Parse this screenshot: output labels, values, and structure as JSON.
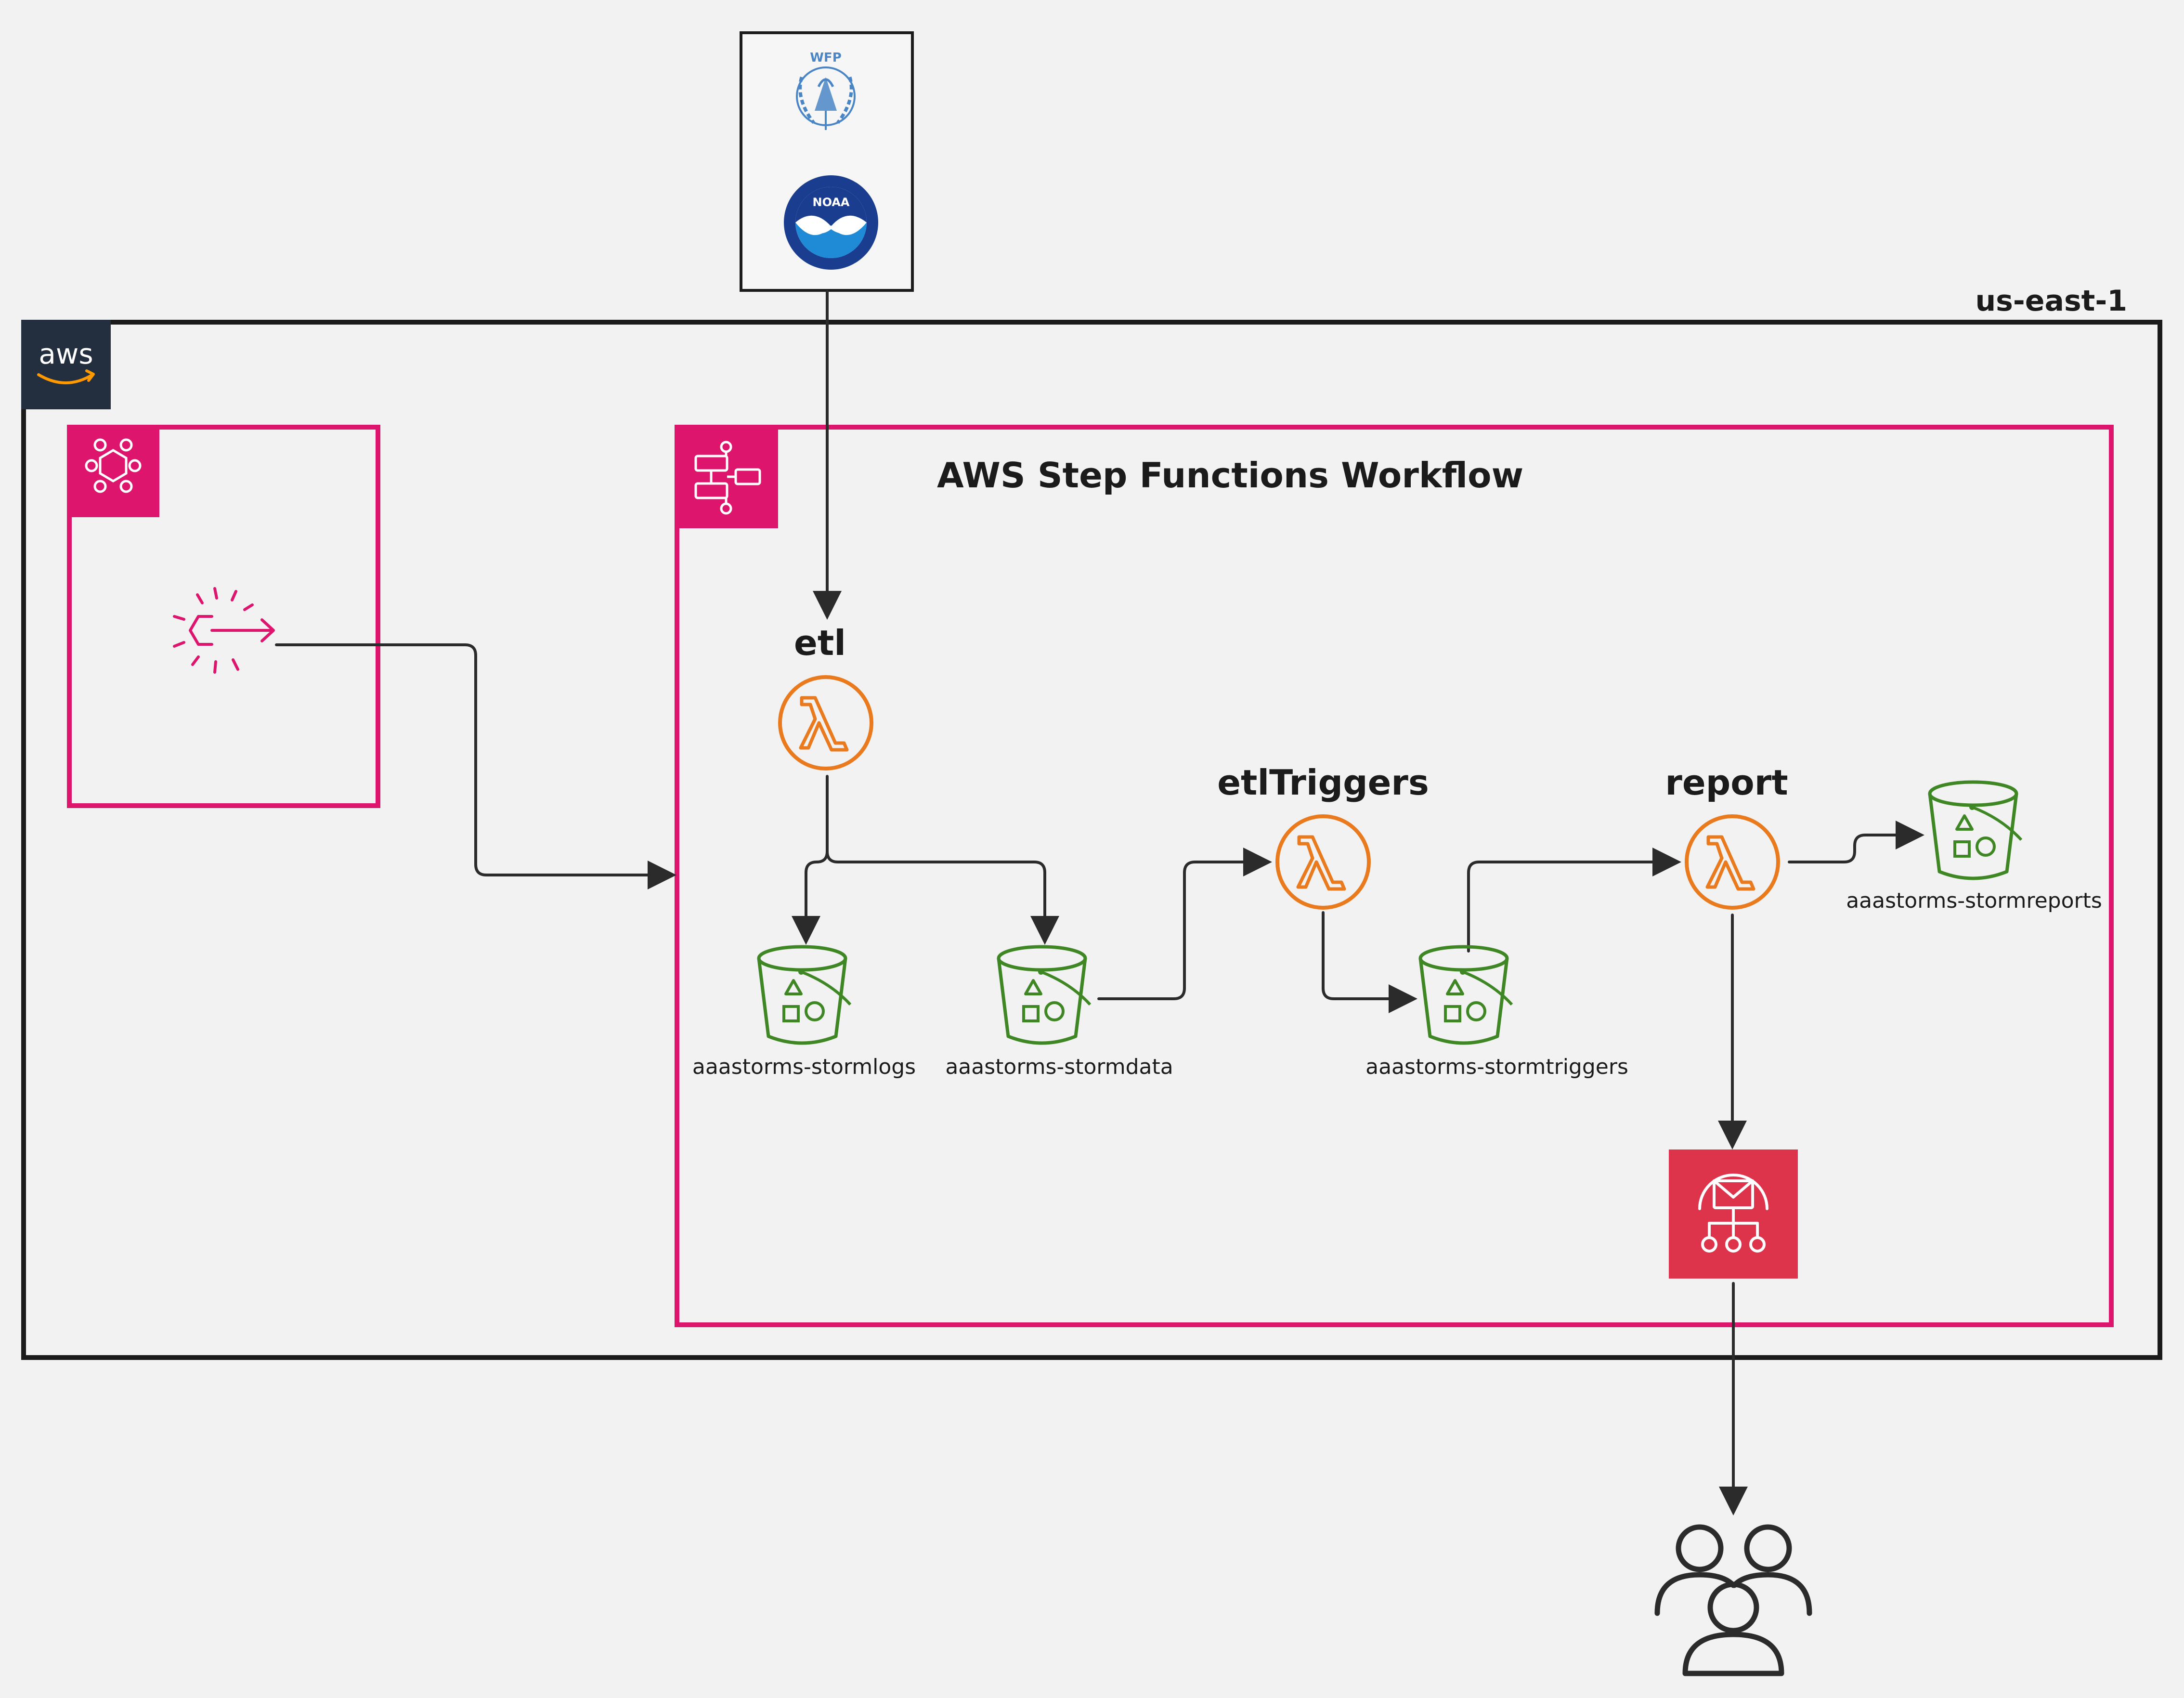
{
  "region": {
    "label": "us-east-1"
  },
  "aws_badge": {
    "text": "aws"
  },
  "workflow": {
    "title": "AWS Step Functions Workflow"
  },
  "sources": {
    "wfp": {
      "logo_text": "WFP"
    },
    "noaa": {
      "logo_text": "NOAA"
    }
  },
  "lambdas": {
    "etl": {
      "title": "etl"
    },
    "etl_triggers": {
      "title": "etlTriggers"
    },
    "report": {
      "title": "report"
    }
  },
  "buckets": {
    "stormlogs": {
      "label": "aaastorms-stormlogs"
    },
    "stormdata": {
      "label": "aaastorms-stormdata"
    },
    "stormtriggers": {
      "label": "aaastorms-stormtriggers"
    },
    "stormreports": {
      "label": "aaastorms-stormreports"
    }
  },
  "colors": {
    "pink": "#dd156d",
    "lambda_orange": "#ea7a1e",
    "s3_green": "#3f8624",
    "sns_red": "#dd344c",
    "aws_dark": "#232f3e",
    "line": "#2b2b2b"
  },
  "icons": {
    "eventbridge_group": "eventbridge-icon",
    "eventbridge_rule": "eventbridge-rule-icon",
    "step_functions": "step-functions-icon",
    "lambda": "lambda-icon",
    "s3": "s3-bucket-icon",
    "sns": "sns-icon",
    "users": "users-icon"
  }
}
